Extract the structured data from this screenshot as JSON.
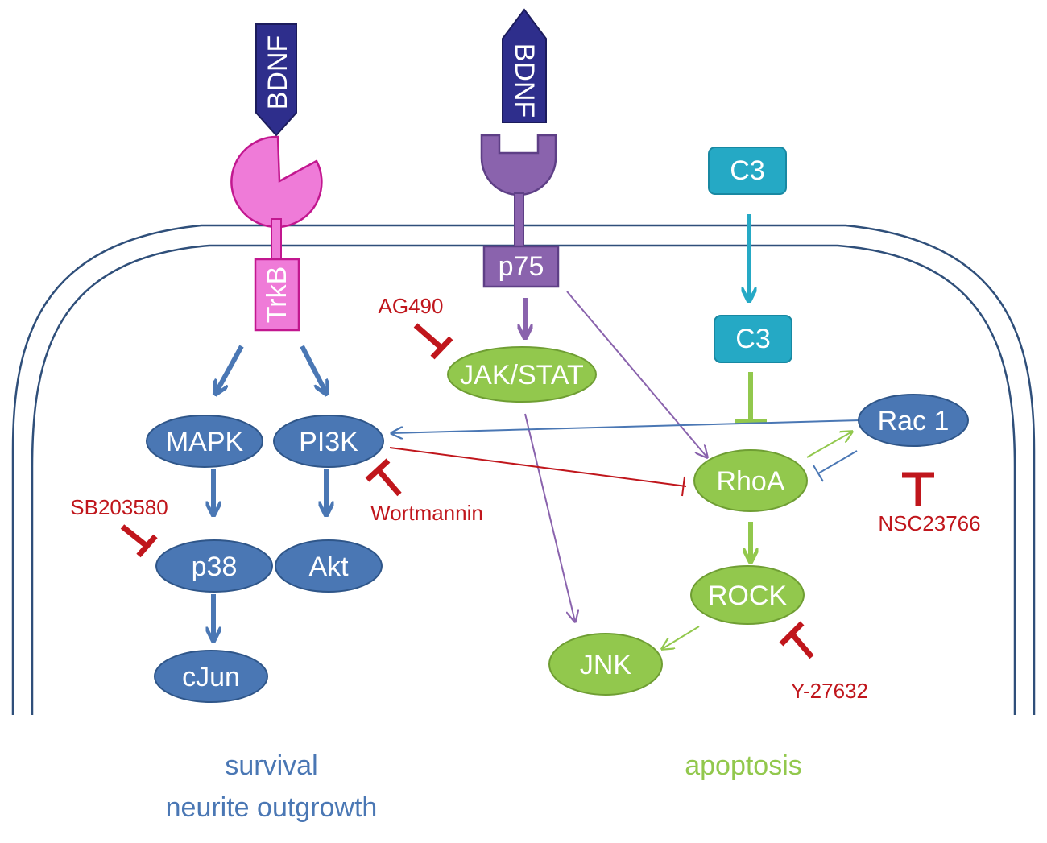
{
  "colors": {
    "blue_node": "#4a77b4",
    "green_node": "#92c84d",
    "teal_node": "#25a9c5",
    "navy": "#2e2e8c",
    "pink": "#ef7bd8",
    "purple": "#8a63ad",
    "inhibitor_red": "#c0161c",
    "membrane": "#2f4f7a",
    "survival_text": "#4a77b4",
    "apoptosis_text": "#92c84d"
  },
  "ligands": {
    "left": "BDNF",
    "right": "BDNF"
  },
  "receptors": {
    "trkb": "TrkB",
    "p75": "p75"
  },
  "nodes": {
    "c3_outside": "C3",
    "c3_inside": "C3",
    "mapk": "MAPK",
    "pi3k": "PI3K",
    "p38": "p38",
    "akt": "Akt",
    "cjun": "cJun",
    "jak_stat": "JAK/STAT",
    "rhoa": "RhoA",
    "rock": "ROCK",
    "jnk": "JNK",
    "rac1": "Rac 1"
  },
  "inhibitors": {
    "ag490": "AG490",
    "sb203580": "SB203580",
    "wortmannin": "Wortmannin",
    "nsc23766": "NSC23766",
    "y27632": "Y-27632"
  },
  "outcomes": {
    "survival_line1": "survival",
    "survival_line2": "neurite outgrowth",
    "apoptosis": "apoptosis"
  }
}
